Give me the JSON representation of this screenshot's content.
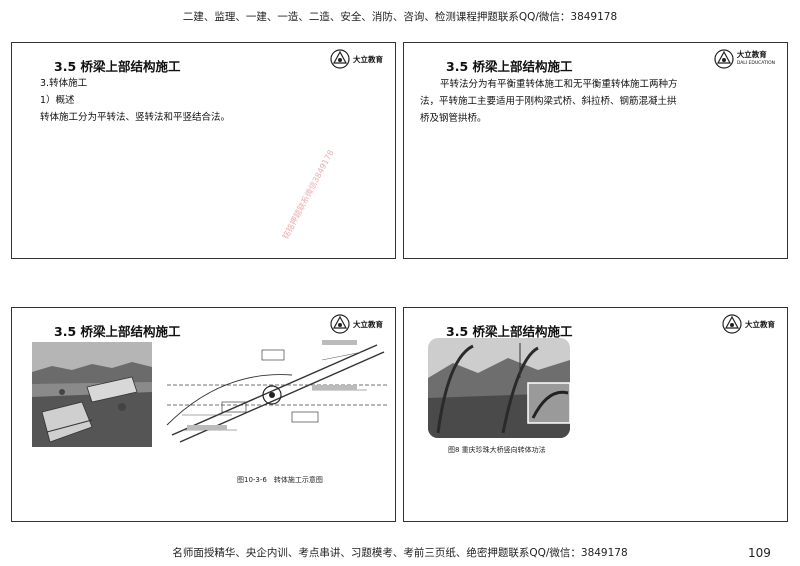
{
  "header_banner": "二建、监理、一建、一造、二造、安全、消防、咨询、检测课程押题联系QQ/微信：3849178",
  "footer_banner": "名师面授精华、央企内训、考点串讲、习题模考、考前三页纸、绝密押题联系QQ/微信：3849178",
  "page_number": "109",
  "logo": {
    "name": "大立教育",
    "sub": "DALI EDUCATION"
  },
  "slides": [
    {
      "title": "3.5 桥梁上部结构施工",
      "lines": [
        "3.转体施工",
        "1）概述",
        "转体施工分为平转法、竖转法和平竖结合法。"
      ],
      "watermark": "铭铭押题联系微信3849178"
    },
    {
      "title": "3.5 桥梁上部结构施工",
      "lines": [
        "平转法分为有平衡重转体施工和无平衡重转体施工两种方",
        "法，平转施工主要适用于刚构梁式桥、斜拉桥、钢筋混凝土拱",
        "桥及钢管拱桥。"
      ]
    },
    {
      "title": "3.5 桥梁上部结构施工",
      "figure_caption": "图10-3-6　转体施工示意图"
    },
    {
      "title": "3.5 桥梁上部结构施工",
      "figure_caption": "图8 重庆珍珠大桥竖向转体功法"
    }
  ]
}
